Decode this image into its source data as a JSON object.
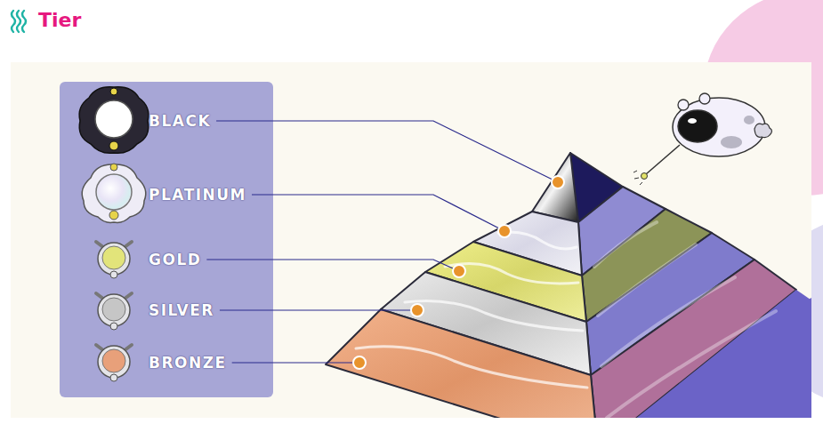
{
  "diagram": {
    "title": "Tier",
    "labels": [
      "BLACK",
      "PLATINUM",
      "GOLD",
      "SILVER",
      "BRONZE"
    ]
  }
}
